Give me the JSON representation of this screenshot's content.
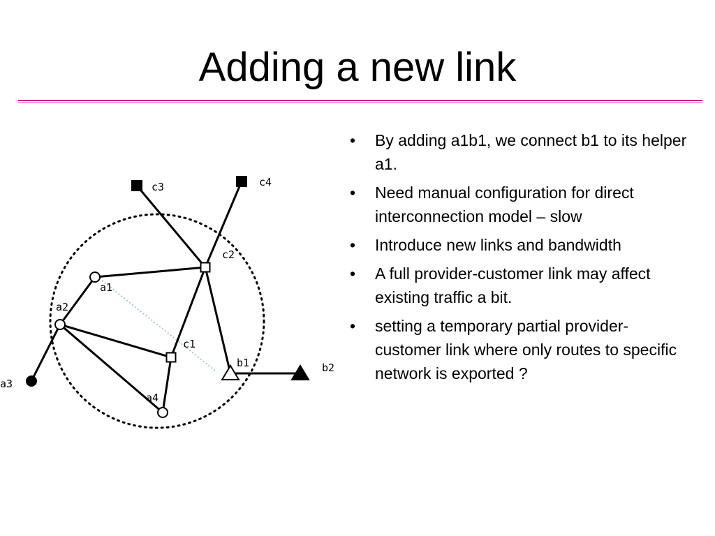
{
  "slide": {
    "title": "Adding a new link",
    "rule_colors": [
      "#cc0099",
      "#ff99dd"
    ]
  },
  "diagram": {
    "nodes": [
      {
        "id": "a1",
        "label": "a1",
        "shape": "open-circle"
      },
      {
        "id": "a2",
        "label": "a2",
        "shape": "open-circle"
      },
      {
        "id": "a3",
        "label": "a3",
        "shape": "filled-circle"
      },
      {
        "id": "a4",
        "label": "a4",
        "shape": "open-circle"
      },
      {
        "id": "c1",
        "label": "c1",
        "shape": "open-square"
      },
      {
        "id": "c2",
        "label": "c2",
        "shape": "open-square"
      },
      {
        "id": "c3",
        "label": "c3",
        "shape": "filled-square"
      },
      {
        "id": "c4",
        "label": "c4",
        "shape": "filled-square"
      },
      {
        "id": "b1",
        "label": "b1",
        "shape": "open-triangle"
      },
      {
        "id": "b2",
        "label": "b2",
        "shape": "filled-triangle"
      }
    ],
    "edges": [
      [
        "c3",
        "c2"
      ],
      [
        "c4",
        "c2"
      ],
      [
        "a1",
        "c2"
      ],
      [
        "c2",
        "c1"
      ],
      [
        "c2",
        "b1"
      ],
      [
        "a1",
        "a2"
      ],
      [
        "a2",
        "a3"
      ],
      [
        "a2",
        "c1"
      ],
      [
        "a2",
        "a4"
      ],
      [
        "a4",
        "c1"
      ],
      [
        "b1",
        "b2"
      ]
    ],
    "new_link": [
      "a1",
      "b1"
    ],
    "new_link_color": "#99cccc"
  },
  "bullets": [
    {
      "marker": "•",
      "text": "By adding a1b1, we connect b1 to its helper a1."
    },
    {
      "marker": "•",
      "text": "Need manual configuration for direct interconnection model – slow"
    },
    {
      "marker": "•",
      "text": "Introduce new links and bandwidth"
    },
    {
      "marker": "•",
      "text": "A full provider-customer link may affect existing traffic a bit."
    },
    {
      "marker": "•",
      "text": "setting a temporary partial provider-customer link where only routes to specific network is exported ?"
    }
  ]
}
